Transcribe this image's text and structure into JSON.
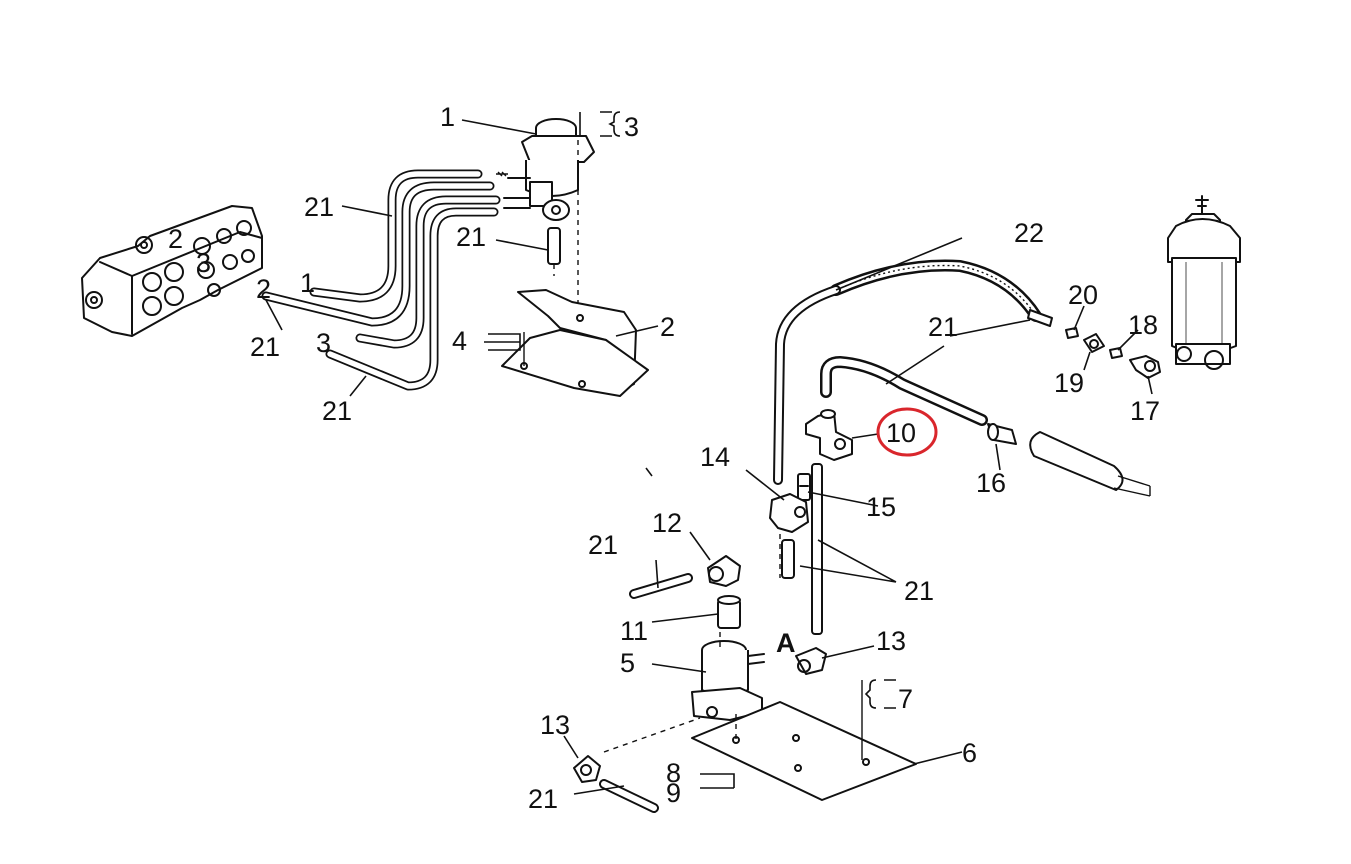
{
  "labels": {
    "n1": "1",
    "n2": "2",
    "n3": "3",
    "n4": "4",
    "n5": "5",
    "n6": "6",
    "n7": "7",
    "n8": "8",
    "n9": "9",
    "n10": "10",
    "n11": "11",
    "n12": "12",
    "n13a": "13",
    "n13b": "13",
    "n14": "14",
    "n15": "15",
    "n16": "16",
    "n17": "17",
    "n18": "18",
    "n19": "19",
    "n20": "20",
    "n21a": "21",
    "n21b": "21",
    "n21c": "21",
    "n21d": "21",
    "n21e": "21",
    "n21f": "21",
    "n21g": "21",
    "n21h": "21",
    "n22": "22",
    "detailA": "A",
    "port1": "1",
    "port2": "2",
    "port3": "3",
    "valvePort2": "2",
    "valvePort3": "3"
  },
  "highlight": {
    "color": "#d9262c"
  }
}
